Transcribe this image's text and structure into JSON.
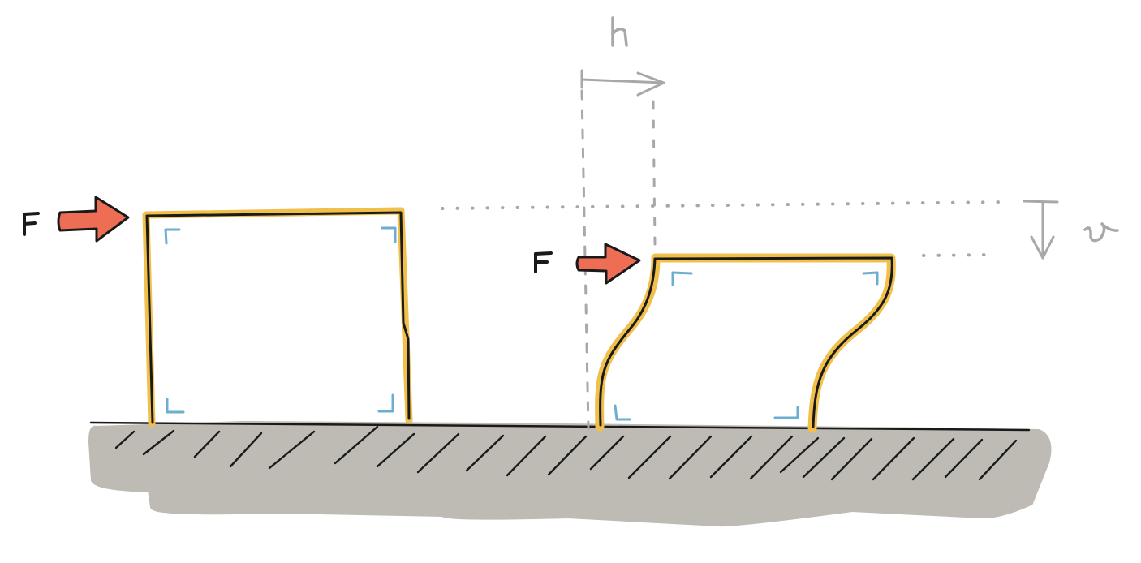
{
  "labels": {
    "force_left": "F",
    "force_right": "F",
    "h": "h",
    "v": "v"
  },
  "colors": {
    "frame_stroke": "#1a1a1a",
    "frame_highlight": "#f0c04a",
    "force_arrow": "#ee6e55",
    "corner_marks": "#6aaed0",
    "ground_fill": "#bdbbb4",
    "annotation": "#a8a8a8"
  }
}
